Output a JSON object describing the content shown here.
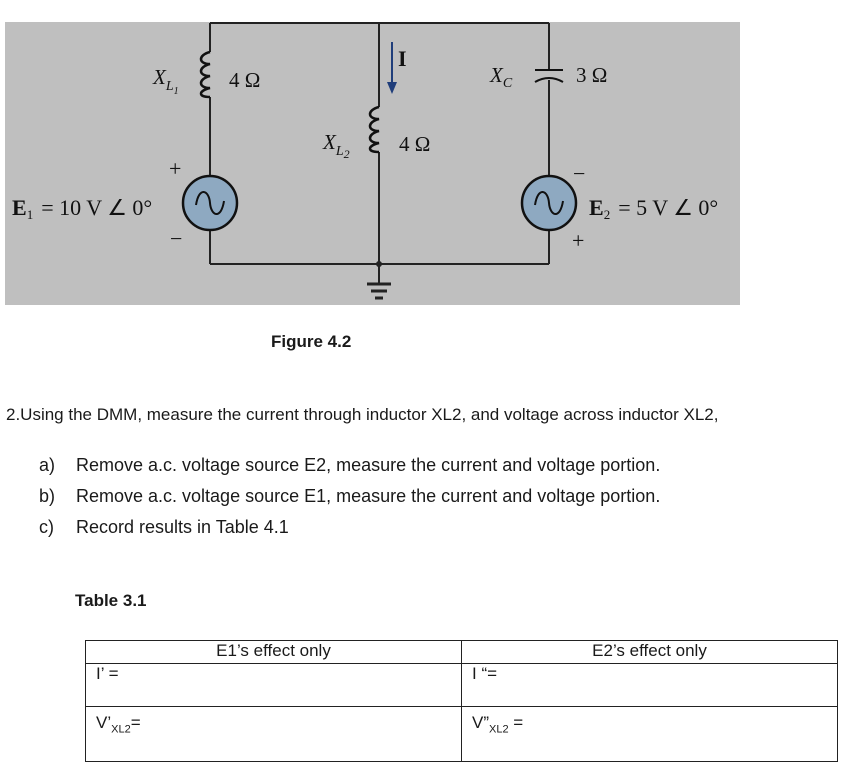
{
  "figure": {
    "caption": "Figure 4.2",
    "xl1_symbol": "X",
    "xl1_sub": "L",
    "xl1_subsub": "1",
    "xl1_value": "4 Ω",
    "xl2_symbol": "X",
    "xl2_sub": "L",
    "xl2_subsub": "2",
    "xl2_value": "4 Ω",
    "xc_symbol": "X",
    "xc_sub": "C",
    "xc_value": "3 Ω",
    "current_label": "I",
    "e1_label": "E",
    "e1_sub": "1",
    "e1_value": "= 10 V ∠ 0°",
    "e1_plus": "+",
    "e1_minus": "−",
    "e2_label": "E",
    "e2_sub": "2",
    "e2_value": "= 5 V ∠ 0°",
    "e2_plus": "+",
    "e2_minus": "−",
    "colors": {
      "background": "#bfbfbf",
      "source_fill": "#8ea9c1",
      "arrow": "#1f3d7a"
    }
  },
  "question": "2.Using the DMM, measure the current through inductor XL2, and voltage across inductor XL2,",
  "tasks": [
    {
      "mark": "a)",
      "text": "Remove a.c. voltage source E2, measure the current and voltage portion."
    },
    {
      "mark": "b)",
      "text": "Remove a.c. voltage source E1, measure the current and voltage portion."
    },
    {
      "mark": "c)",
      "text": "Record results in Table 4.1"
    }
  ],
  "table": {
    "title": "Table 3.1",
    "header_left": "E1’s effect only",
    "header_right": "E2’s effect only",
    "i_prime": "I’ =",
    "v_prime": "V’",
    "v_prime_sub": "XL2",
    "v_prime_eq": "=",
    "i_dprime": "I “=",
    "v_dprime": "V”",
    "v_dprime_sub": "XL2",
    "v_dprime_eq": " ="
  }
}
